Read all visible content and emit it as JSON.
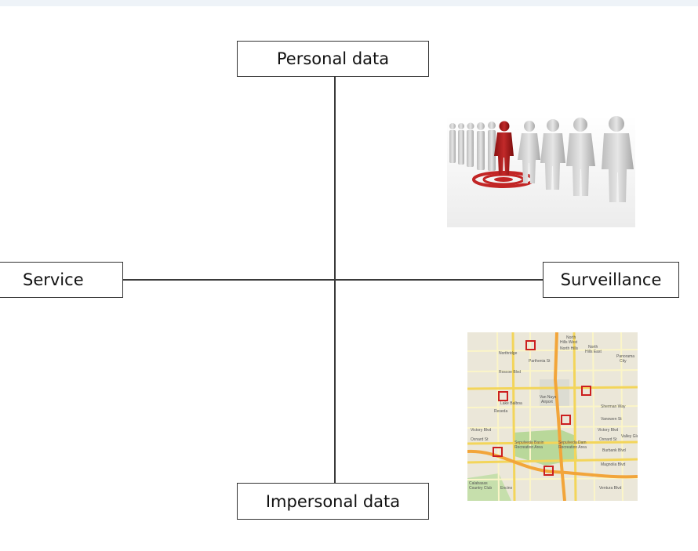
{
  "diagram": {
    "labels": {
      "top": "Personal data",
      "bottom": "Impersonal data",
      "left": "Service",
      "right": "Surveillance"
    },
    "colors": {
      "line": "#3a3a3a",
      "target_figure": "#b01c1c",
      "map_marker": "#cc1f1f"
    },
    "images": {
      "people": "people-in-line-with-red-target-figure",
      "map": "street-map-with-red-square-markers"
    },
    "map_labels": [
      "North Hills West",
      "North Hills",
      "North Hills East",
      "Northridge",
      "Parthenia St",
      "Roscoe Blvd",
      "Panorama City",
      "Van Nuys Airport",
      "Lake Balboa",
      "Reseda",
      "Victory Blvd",
      "Oxnard St",
      "Sepulveda Basin Recreation Area",
      "Valley Glen",
      "Burbank Blvd",
      "Magnolia Blvd",
      "Encino",
      "Calabasas Country Club",
      "Ventura Blvd",
      "Sherman Way",
      "Vanowen St"
    ]
  }
}
